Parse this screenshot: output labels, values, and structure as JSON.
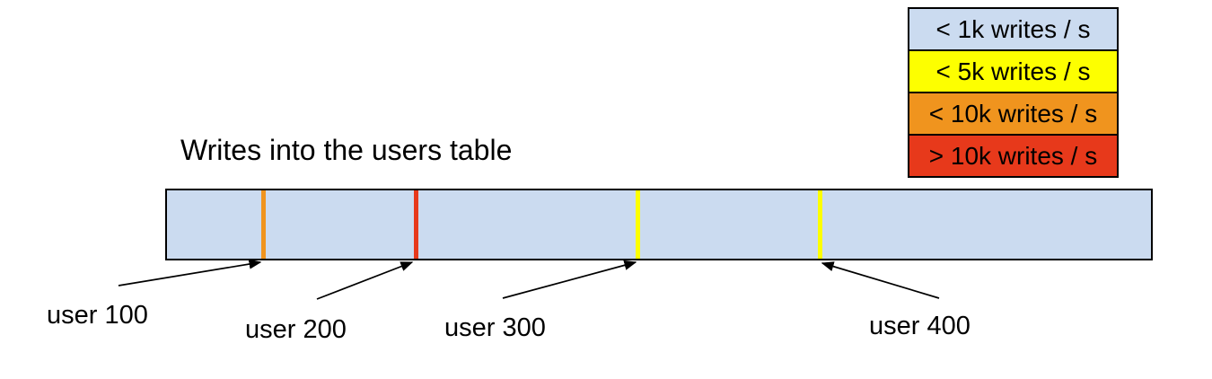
{
  "title": "Writes into the users table",
  "colors": {
    "band_fill": "#cbdbf0",
    "yellow": "#fdff00",
    "orange": "#f0941e",
    "red": "#e7391b",
    "outline": "#000000",
    "arrow": "#000000"
  },
  "legend": {
    "items": [
      {
        "label": "< 1k writes / s",
        "color": "#cbdbf0"
      },
      {
        "label": "< 5k writes / s",
        "color": "#fdff00"
      },
      {
        "label": "< 10k writes / s",
        "color": "#f0941e"
      },
      {
        "label": "> 10k writes / s",
        "color": "#e7391b"
      }
    ]
  },
  "users": [
    {
      "label": "user 100",
      "marker_color": "#f0941e",
      "writes_rate": "< 10k writes / s"
    },
    {
      "label": "user 200",
      "marker_color": "#e7391b",
      "writes_rate": "> 10k writes / s"
    },
    {
      "label": "user 300",
      "marker_color": "#fdff00",
      "writes_rate": "< 5k writes / s"
    },
    {
      "label": "user 400",
      "marker_color": "#fdff00",
      "writes_rate": "< 5k writes / s"
    }
  ]
}
